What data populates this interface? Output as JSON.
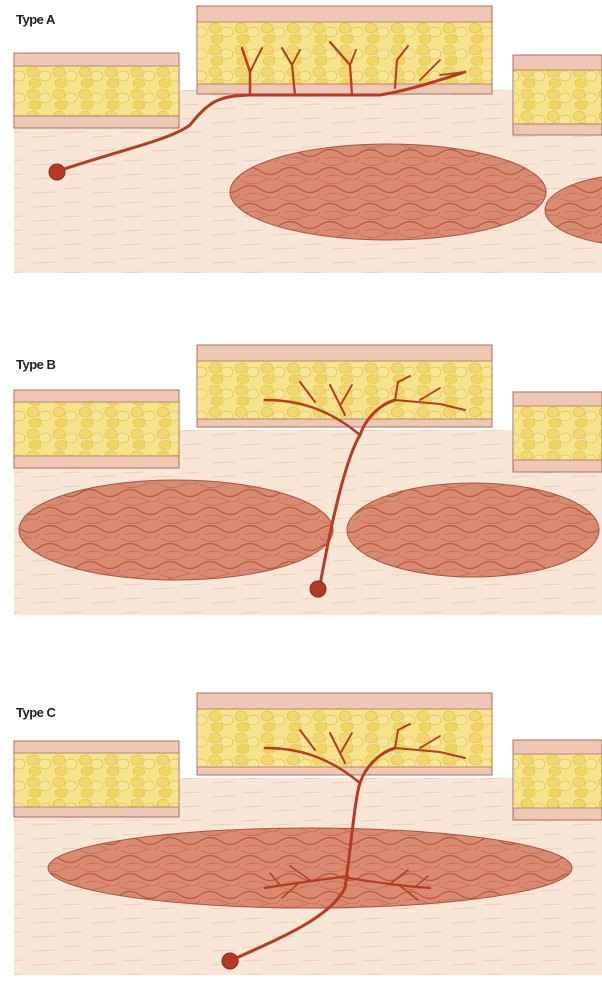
{
  "panels": [
    {
      "label": "Type A"
    },
    {
      "label": "Type B"
    },
    {
      "label": "Type C"
    }
  ],
  "colors": {
    "background_tissue": "#f7e4d4",
    "fat": "#f6e07e",
    "fat_border": "#c9a85a",
    "skin": "#efc4b0",
    "muscle": "#d9886f",
    "muscle_border": "#b05a44",
    "vessel": "#b53b22"
  }
}
